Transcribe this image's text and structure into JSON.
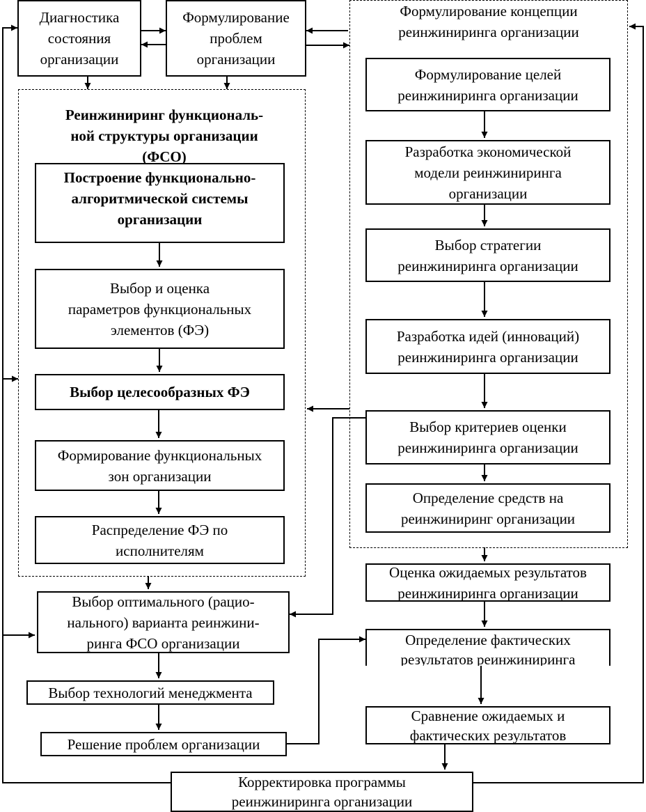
{
  "diagram": {
    "boxes": {
      "diagnostics": "Диагностика\nсостояния\nорганизации",
      "problems": "Формулирование\nпроблем\nорганизации",
      "concept_title": "Формулирование концепции\nреинжиниринга организации",
      "goals": "Формулирование целей\nреинжиниринга организации",
      "econ_model": "Разработка экономической\nмодели реинжиниринга\nорганизации",
      "strategy": "Выбор стратегии\nреинжиниринга организации",
      "ideas": "Разработка идей (инноваций)\nреинжиниринга организации",
      "criteria": "Выбор критериев оценки\nреинжиниринга организации",
      "means": "Определение средств на\nреинжиниринг организации",
      "fso_title": "Реинжиниринг функциональ-\nной структуры организации\n(ФСО)",
      "fas": "Построение функционально-\nалгоритмической системы\nорганизации",
      "params": "Выбор и оценка\nпараметров функциональных\nэлементов (ФЭ)",
      "expedient": "Выбор целесообразных ФЭ",
      "zones": "Формирование функциональных\nзон организации",
      "distribution": "Распределение ФЭ по\nисполнителям",
      "optimal": "Выбор оптимального (рацио-\nнального) варианта реинжини-\nринга ФСО организации",
      "technologies": "Выбор технологий менеджмента",
      "solution": "Решение проблем организации",
      "expected": "Оценка ожидаемых результатов\nреинжиниринга организации",
      "actual": "Определение фактических\nрезультатов реинжиниринга",
      "compare": "Сравнение ожидаемых и\nфактических результатов",
      "correction": "Корректировка программы\nреинжиниринга организации"
    }
  }
}
